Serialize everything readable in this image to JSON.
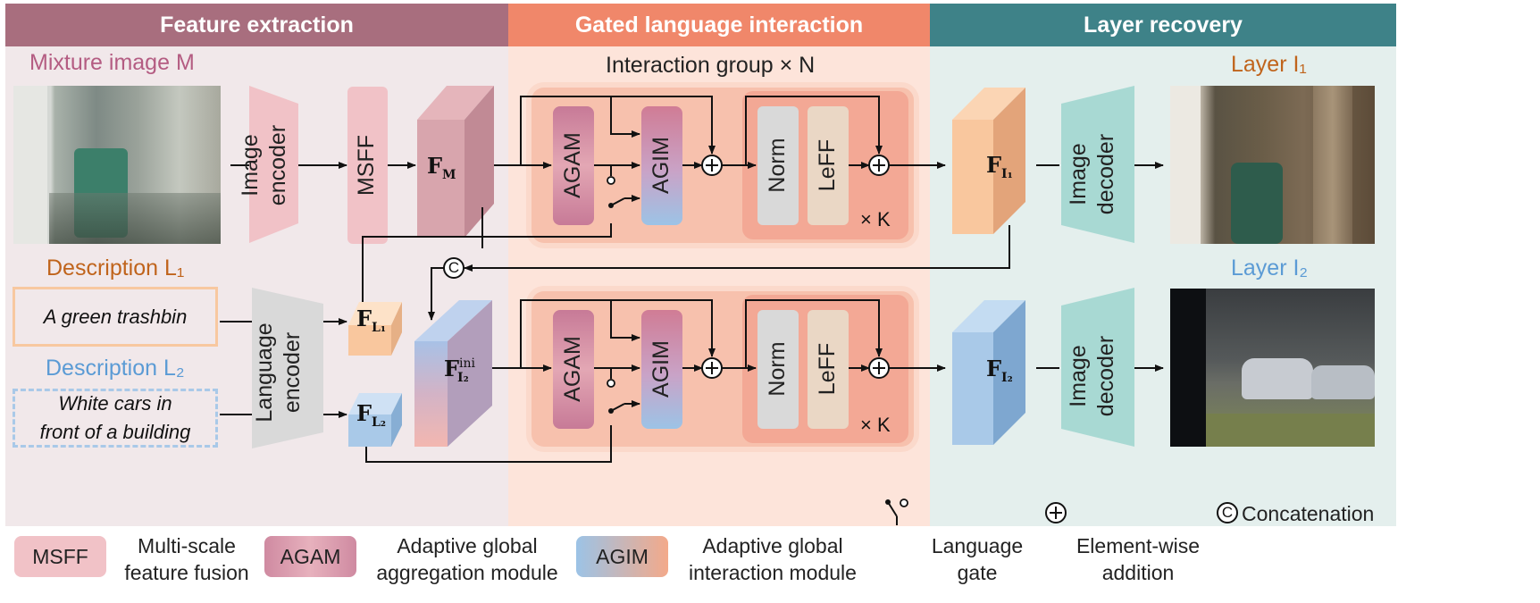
{
  "sections": {
    "feature_extraction": "Feature extraction",
    "gated_language_interaction": "Gated language interaction",
    "layer_recovery": "Layer recovery"
  },
  "labels": {
    "mixture_image": "Mixture image M",
    "description_1": "Description L₁",
    "description_2": "Description L₂",
    "layer_1": "Layer I₁",
    "layer_2": "Layer I₂",
    "interaction_group": "Interaction group × N",
    "times_k": "× K"
  },
  "descriptions": {
    "text_1": "A green trashbin",
    "text_2_line1": "White cars in",
    "text_2_line2": "front of a building"
  },
  "blocks": {
    "image_encoder": "Image encoder",
    "msff": "MSFF",
    "language_encoder": "Language encoder",
    "agam": "AGAM",
    "agim": "AGIM",
    "norm": "Norm",
    "leff": "LeFF",
    "image_decoder": "Image decoder"
  },
  "features": {
    "f_m": {
      "base": "F",
      "sub": "M"
    },
    "f_l1": {
      "base": "F",
      "sub": "L₁"
    },
    "f_l2": {
      "base": "F",
      "sub": "L₂"
    },
    "f_i2_ini": {
      "base": "F",
      "sub": "I₂",
      "sup": "ini"
    },
    "f_i1": {
      "base": "F",
      "sub": "I₁"
    },
    "f_i2": {
      "base": "F",
      "sub": "I₂"
    }
  },
  "symbols": {
    "concat": "C",
    "plus": "+"
  },
  "legend": {
    "msff_abbr": "MSFF",
    "msff_line1": "Multi-scale",
    "msff_line2": "feature fusion",
    "agam_abbr": "AGAM",
    "agam_line1": "Adaptive global",
    "agam_line2": "aggregation module",
    "agim_abbr": "AGIM",
    "agim_line1": "Adaptive global",
    "agim_line2": "interaction module",
    "gate_line1": "Language",
    "gate_line2": "gate",
    "add_line1": "Element-wise",
    "add_line2": "addition",
    "concat_text": "Concatenation"
  },
  "colors": {
    "header_feature": "#a86e7e",
    "header_gated": "#f0876a",
    "header_recovery": "#3e8288",
    "bg_feature": "#f1e8ea",
    "bg_gated": "#fde4da",
    "bg_recovery": "#e4efed",
    "encoder_pink": "#f1c2c7",
    "language_gray": "#d9d9d9",
    "decoder_teal": "#a8d9d3",
    "desc1_orange": "#f8c8a0",
    "desc2_blue": "#a9c9e8",
    "label_mauve": "#b45c82",
    "label_orange": "#c0641c",
    "label_blue": "#5b9bd5"
  }
}
